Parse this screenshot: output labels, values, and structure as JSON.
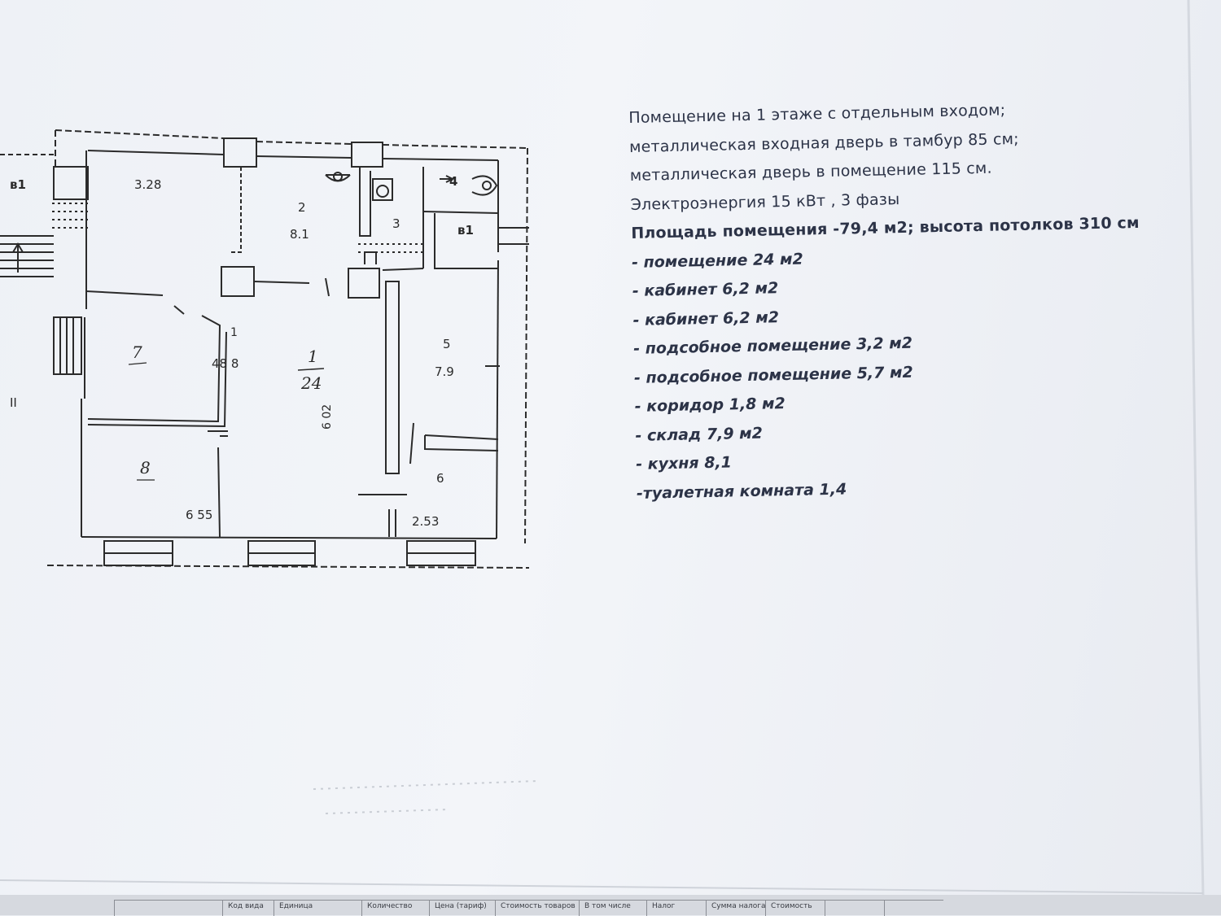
{
  "plan": {
    "labels": {
      "r1_side": "в1",
      "r1_right": "в1",
      "room_top_left_area": "3.28",
      "room2_num": "2",
      "room2_area": "8.1",
      "room3_num": "3",
      "room4_num": "4",
      "room1_num": "1",
      "room1_small": "1",
      "room1_side_area": "48 8",
      "room1_hand_num": "1",
      "room1_hand_area": "24",
      "room1_dim": "6 02",
      "room5_num": "5",
      "room5_area": "7.9",
      "room7_hand": "7",
      "room8_hand": "8",
      "room8_area": "6 55",
      "room6_num": "6",
      "room6_area": "2.53",
      "left_mark": "II"
    }
  },
  "description": {
    "lines": [
      "Помещение на 1 этаже с отдельным входом;",
      "металлическая входная дверь в тамбур 85 см;",
      "металлическая дверь в помещение 115 см.",
      "Электроэнергия 15 кВт , 3 фазы"
    ],
    "area_line": "Площадь помещения -79,4 м2;  высота потолков  310 см",
    "items": [
      "- помещение 24 м2",
      "- кабинет 6,2 м2",
      "- кабинет 6,2 м2",
      "- подсобное помещение 3,2 м2",
      "-  подсобное помещение 5,7 м2",
      "- коридор  1,8 м2",
      "- склад 7,9 м2",
      "- кухня 8,1",
      "-туалетная комната 1,4"
    ]
  },
  "bottom_form": {
    "cells": [
      "",
      "Код вида",
      "Единица",
      "Количество",
      "Цена (тариф)",
      "Стоимость товаров",
      "В том числе",
      "Налог",
      "Сумма налога",
      "Стоимость",
      "",
      ""
    ]
  }
}
